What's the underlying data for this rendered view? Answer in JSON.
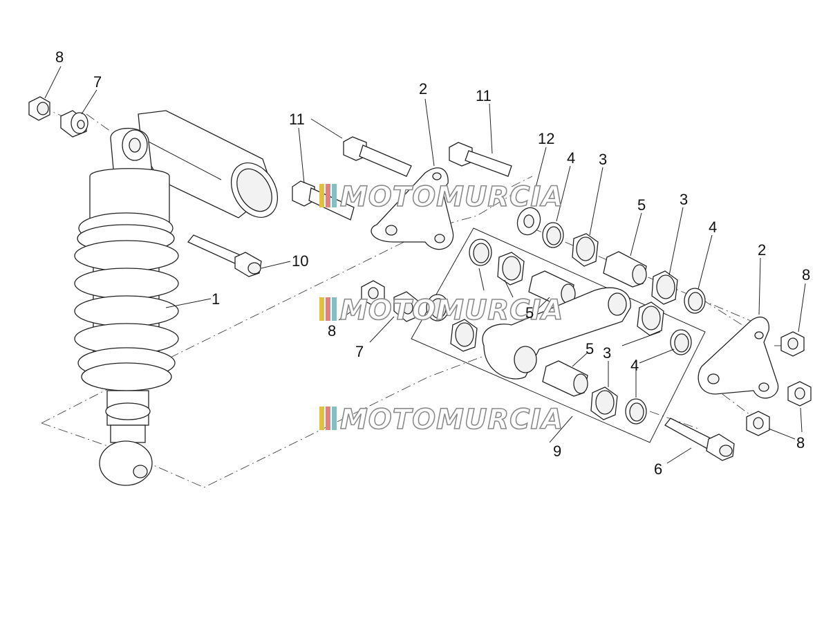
{
  "diagram": {
    "callouts": [
      {
        "id": "c8a",
        "text": "8"
      },
      {
        "id": "c7a",
        "text": "7"
      },
      {
        "id": "c1",
        "text": "1"
      },
      {
        "id": "c10",
        "text": "10"
      },
      {
        "id": "c11a",
        "text": "11"
      },
      {
        "id": "c2a",
        "text": "2"
      },
      {
        "id": "c11b",
        "text": "11"
      },
      {
        "id": "c12",
        "text": "12"
      },
      {
        "id": "c4a",
        "text": "4"
      },
      {
        "id": "c3a",
        "text": "3"
      },
      {
        "id": "c5a",
        "text": "5"
      },
      {
        "id": "c3b",
        "text": "3"
      },
      {
        "id": "c4b",
        "text": "4"
      },
      {
        "id": "c2b",
        "text": "2"
      },
      {
        "id": "c8b",
        "text": "8"
      },
      {
        "id": "c5b",
        "text": "5"
      },
      {
        "id": "c8c",
        "text": "8"
      },
      {
        "id": "c7b",
        "text": "7"
      },
      {
        "id": "c5c",
        "text": "5"
      },
      {
        "id": "c3c",
        "text": "3"
      },
      {
        "id": "c4c",
        "text": "4"
      },
      {
        "id": "c8d",
        "text": "8"
      },
      {
        "id": "c9",
        "text": "9"
      },
      {
        "id": "c6",
        "text": "6"
      }
    ]
  },
  "watermark": {
    "text": "MOTOMURCIA",
    "colors": [
      "#e0c040",
      "#e08080",
      "#80c0c0"
    ]
  }
}
